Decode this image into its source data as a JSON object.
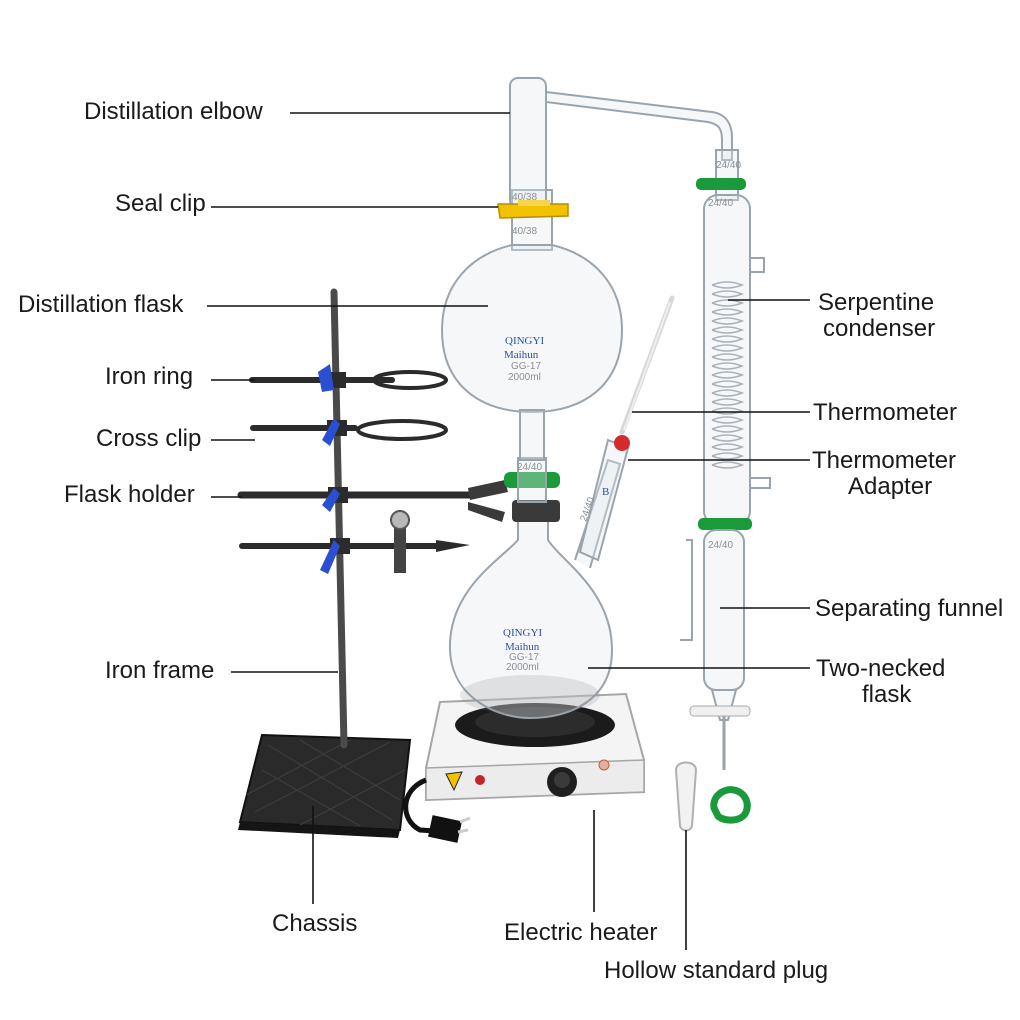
{
  "labels": {
    "distillation_elbow": "Distillation elbow",
    "seal_clip": "Seal clip",
    "distillation_flask": "Distillation flask",
    "iron_ring": "Iron ring",
    "cross_clip": "Cross clip",
    "flask_holder": "Flask holder",
    "iron_frame": "Iron frame",
    "chassis": "Chassis",
    "electric_heater": "Electric heater",
    "hollow_standard_plug": "Hollow standard plug",
    "serpentine_condenser_1": "Serpentine",
    "serpentine_condenser_2": "condenser",
    "thermometer": "Thermometer",
    "thermometer_adapter_1": "Thermometer",
    "thermometer_adapter_2": "Adapter",
    "separating_funnel": "Separating funnel",
    "two_necked_flask_1": "Two-necked",
    "two_necked_flask_2": "flask"
  },
  "glass_markings": {
    "joint_40_38_top": "40/38",
    "joint_40_38_bottom": "40/38",
    "joint_24_40_condenser_top": "24/40",
    "joint_24_40_flask_neck": "24/40",
    "joint_24_40_side_neck": "24/40",
    "joint_24_40_funnel": "24/40",
    "flask_brand": "QINGYI",
    "flask_maker": "Maihun",
    "flask_glass": "GG-17",
    "flask_volume": "2000ml",
    "adapter_mark": "B"
  },
  "colors": {
    "seal_clip": "#f2c200",
    "keck_clip": "#1a9a3a",
    "cross_clip_knob": "#2a4fd0",
    "thermometer_bulb": "#d52a2a",
    "heater_body": "#f4f4f4",
    "heater_plate": "#1b1b1b",
    "chassis": "#2a2a2a"
  }
}
